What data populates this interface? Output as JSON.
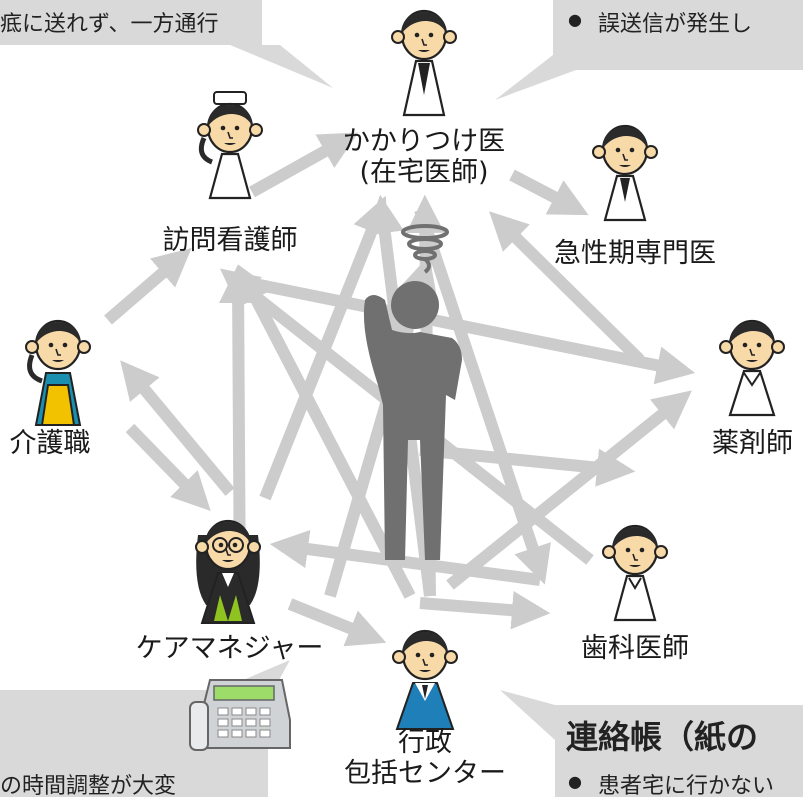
{
  "roles": {
    "doctor": "かかりつけ医",
    "doctor_sub": "(在宅医師)",
    "nurse": "訪問看護師",
    "specialist": "急性期専門医",
    "caregiver": "介護職",
    "pharmacist": "薬剤師",
    "care_manager": "ケアマネジャー",
    "dentist": "歯科医師",
    "admin": "行政",
    "admin_sub": "包括センター"
  },
  "callouts": {
    "top_left": "疷に送れず、一方通行",
    "top_right_bullet": "●",
    "top_right": "誤送信が発生し",
    "bottom_left": "の時間調整が大変",
    "bottom_right_title": "連絡帳（紙の",
    "bottom_right_bullet": "●",
    "bottom_right": "患者宅に行かない"
  },
  "colors": {
    "arrow": "#cccccc",
    "callout": "#d9d9d9",
    "person": "#707070",
    "skin": "#f8d9a8",
    "hair": "#2a2a2a",
    "caregiver_shirt": "#f2c200",
    "caregiver_collar": "#1a8fb0",
    "care_manager_tie": "#8fc31f",
    "admin_shirt": "#1f7fb8"
  }
}
